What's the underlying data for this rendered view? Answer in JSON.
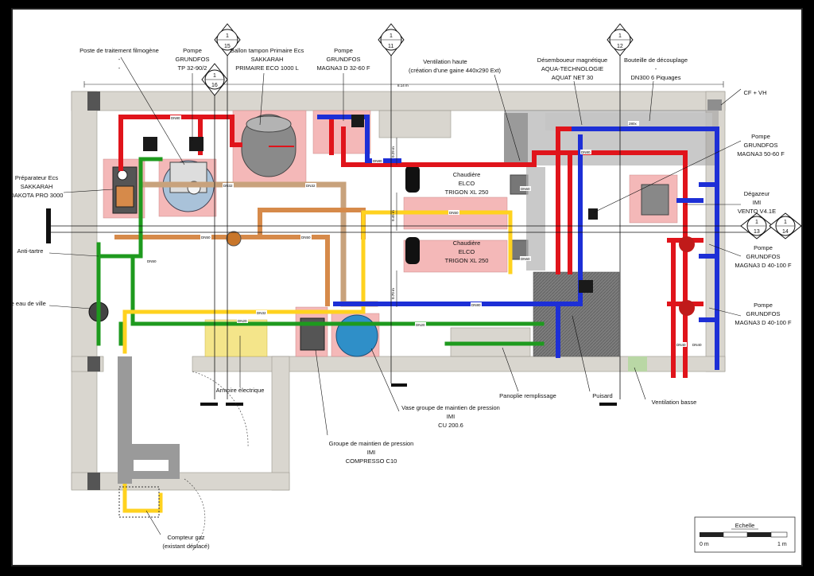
{
  "colors": {
    "hot": "#e0141b",
    "cold": "#1d2fd6",
    "green": "#1e9a1e",
    "yellow": "#ffd21f",
    "copper": "#d68a4a",
    "wall": "#d9d6cf",
    "zone_pink": "#f4b8b8",
    "equipment_grey": "#8e8e8e"
  },
  "dimensions": {
    "overall_width": "8.14 m",
    "dim_a": "0.29 m",
    "dim_b": "0.45 m",
    "dim_c": "0.70 m"
  },
  "section_markers": [
    {
      "top": "1",
      "bottom": "15"
    },
    {
      "top": "1",
      "bottom": "16"
    },
    {
      "top": "1",
      "bottom": "11"
    },
    {
      "top": "1",
      "bottom": "12"
    },
    {
      "top": "1",
      "bottom": "13"
    },
    {
      "top": "1",
      "bottom": "14"
    }
  ],
  "labels": {
    "poste_traitement": "Poste de traitement filmogène",
    "poste_dash1": "-",
    "poste_dash2": "-",
    "pompe_tp_1": "Pompe",
    "pompe_tp_2": "GRUNDFOS",
    "pompe_tp_3": "TP 32-90/2",
    "ballon_1": "Ballon tampon Primaire Ecs",
    "ballon_2": "SAKKARAH",
    "ballon_3": "PRIMAIRE ECO 1000 L",
    "pompe_m32_1": "Pompe",
    "pompe_m32_2": "GRUNDFOS",
    "pompe_m32_3": "MAGNA3 D 32-60 F",
    "vent_haute_1": "Ventilation haute",
    "vent_haute_2": "(création d'une gaine 440x290 Ext)",
    "desemboueur_1": "Désemboueur magnétique",
    "desemboueur_2": "AQUA-TECHNOLOGIE",
    "desemboueur_3": "AQUAT NET 30",
    "bouteille_1": "Bouteille de découplage",
    "bouteille_2": "-",
    "bouteille_3": "DN300 6 Piquages",
    "cf_vh": "CF + VH",
    "pompe_m50_1": "Pompe",
    "pompe_m50_2": "GRUNDFOS",
    "pompe_m50_3": "MAGNA3 50-60 F",
    "preparateur_1": "Préparateur Ecs",
    "preparateur_2": "SAKKARAH",
    "preparateur_3": "DAKOTA PRO 3000",
    "chaudiere1_1": "Chaudière",
    "chaudiere1_2": "ELCO",
    "chaudiere1_3": "TRIGON XL 250",
    "chaudiere2_1": "Chaudière",
    "chaudiere2_2": "ELCO",
    "chaudiere2_3": "TRIGON XL 250",
    "degazeur_1": "Dégazeur",
    "degazeur_2": "IMI",
    "degazeur_3": "VENTO V4.1E",
    "anti_tartre": "Anti-tartre",
    "eau_ville": "olie eau de ville",
    "pompe_d40a_1": "Pompe",
    "pompe_d40a_2": "GRUNDFOS",
    "pompe_d40a_3": "MAGNA3 D 40-100 F",
    "pompe_d40b_1": "Pompe",
    "pompe_d40b_2": "GRUNDFOS",
    "pompe_d40b_3": "MAGNA3 D 40-100 F",
    "armoire": "Armoire électrique",
    "panoplie": "Panoplie remplissage",
    "puisard": "Puisard",
    "vent_basse": "Ventilation basse",
    "vase_1": "Vase groupe de maintien de pression",
    "vase_2": "IMI",
    "vase_3": "CU 200.6",
    "groupe_1": "Groupe de maintien de pression",
    "groupe_2": "IMI",
    "groupe_3": "COMPRESSO C10",
    "compteur_1": "Compteur gaz",
    "compteur_2": "(existant déplacé)"
  },
  "pipe_tags": {
    "dn80": "DN80",
    "dn50": "DN50",
    "dn32": "DN32",
    "dn20": "DN20",
    "dn40": "DN40",
    "dn60": "DN60",
    "dn280": "280x"
  },
  "scale": {
    "title": "Echelle",
    "start": "0 m",
    "end": "1 m"
  }
}
